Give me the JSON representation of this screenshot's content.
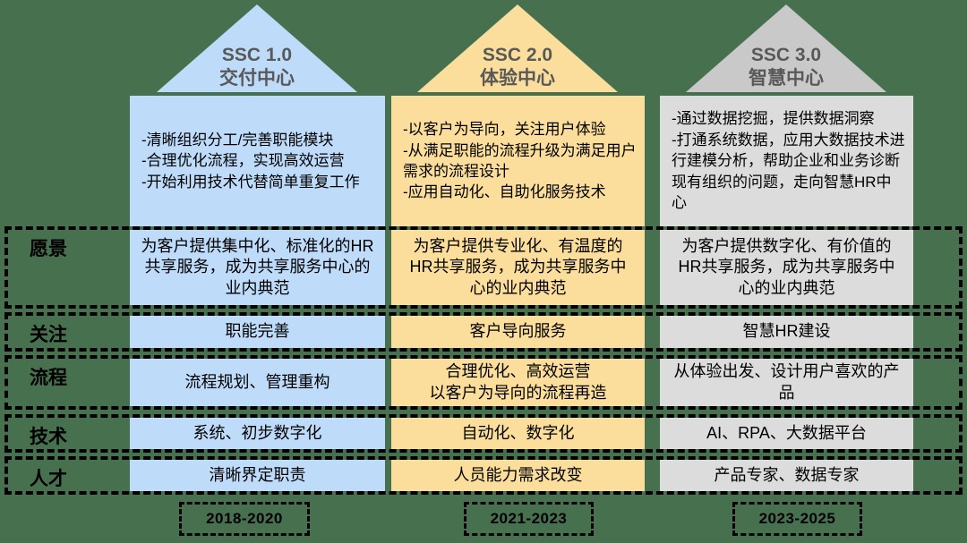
{
  "background_color": "#47704F",
  "palette": {
    "stage1_blue": "#BEDCFA",
    "stage2_yellow": "#FBDE9B",
    "stage3_gray": "#DCDCDC",
    "stage3_triangle_gray": "#C9C9C9",
    "triangle_text": "#595959",
    "border_black": "#000000"
  },
  "rows": [
    {
      "key": "vision",
      "label": "愿景"
    },
    {
      "key": "focus",
      "label": "关注"
    },
    {
      "key": "process",
      "label": "流程"
    },
    {
      "key": "tech",
      "label": "技术"
    },
    {
      "key": "talent",
      "label": "人才"
    }
  ],
  "columns": [
    {
      "triangle_title": "SSC 1.0",
      "triangle_subtitle": "交付中心",
      "color": "#BEDCFA",
      "triangle_color": "#BEDCFA",
      "description": "-清晰组织分工/完善职能模块\n-合理优化流程，实现高效运营\n-开始利用技术代替简单重复工作",
      "vision": "为客户提供集中化、标准化的HR共享服务，成为共享服务中心的业内典范",
      "focus": "职能完善",
      "process": "流程规划、管理重构",
      "tech": "系统、初步数字化",
      "talent": "清晰界定职责",
      "years": "2018-2020"
    },
    {
      "triangle_title": "SSC 2.0",
      "triangle_subtitle": "体验中心",
      "color": "#FBDE9B",
      "triangle_color": "#FBDE9B",
      "description": "-以客户为导向，关注用户体验\n-从满足职能的流程升级为满足用户需求的流程设计\n-应用自动化、自助化服务技术",
      "vision": "为客户提供专业化、有温度的HR共享服务，成为共享服务中心的业内典范",
      "focus": "客户导向服务",
      "process": "合理优化、高效运营\n以客户为导向的流程再造",
      "tech": "自动化、数字化",
      "talent": "人员能力需求改变",
      "years": "2021-2023"
    },
    {
      "triangle_title": "SSC 3.0",
      "triangle_subtitle": "智慧中心",
      "color": "#DCDCDC",
      "triangle_color": "#C9C9C9",
      "description": "-通过数据挖掘，提供数据洞察\n-打通系统数据，应用大数据技术进行建模分析，帮助企业和业务诊断现有组织的问题，走向智慧HR中心",
      "vision": "为客户提供数字化、有价值的HR共享服务，成为共享服务中心的业内典范",
      "focus": "智慧HR建设",
      "process": "从体验出发、设计用户喜欢的产品",
      "tech": "AI、RPA、大数据平台",
      "talent": "产品专家、数据专家",
      "years": "2023-2025"
    }
  ]
}
